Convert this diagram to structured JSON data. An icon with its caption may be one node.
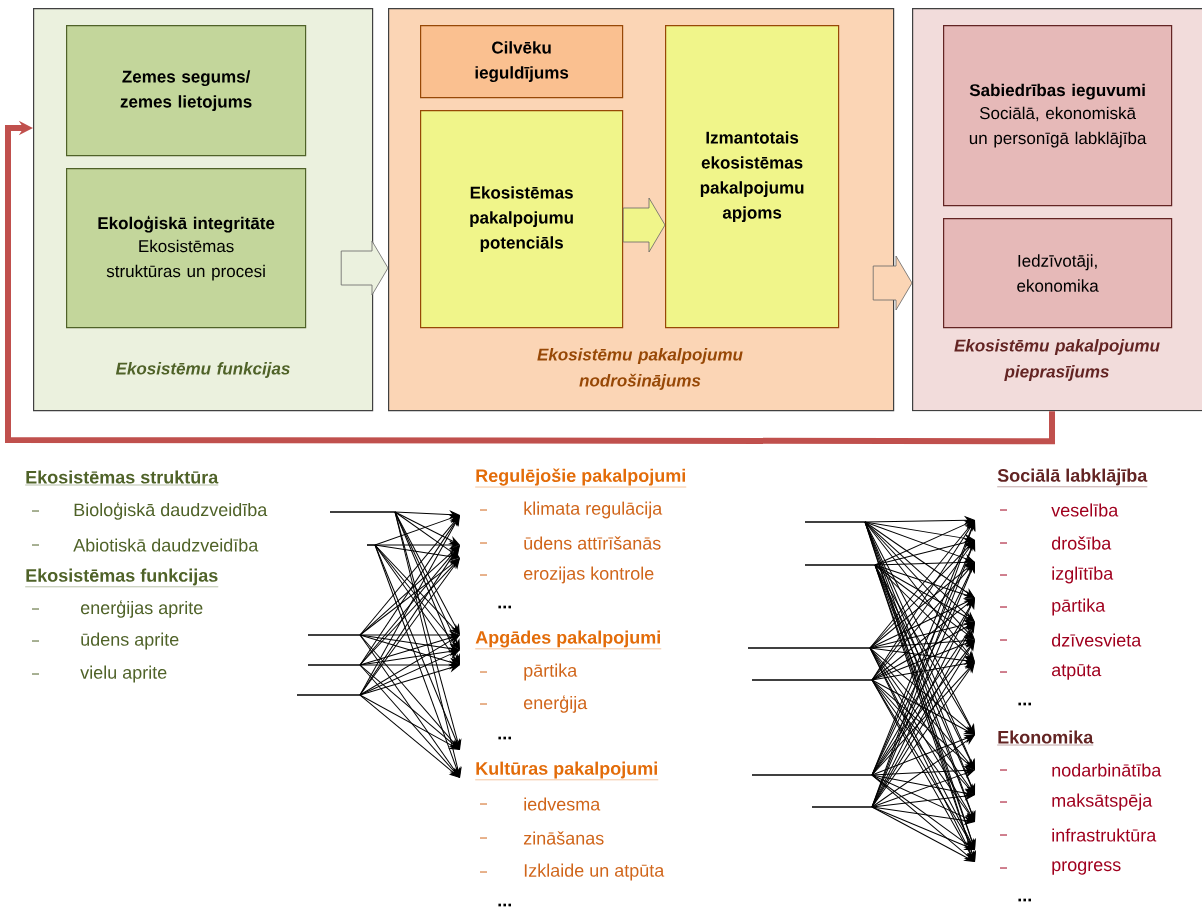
{
  "diagram": {
    "nodes": [
      {
        "text": [
          "Ekosistēmu funkcijas"
        ]
      },
      {
        "text": [
          "Zemes segums/ zemes lietojums"
        ],
        "in": 0
      },
      {
        "text": [
          "Ekoloģiskā integritāte",
          "Ekosistēmas struktūras un procesi"
        ],
        "in": 0
      },
      {
        "text": [
          "Ekosistēmu pakalpojumu nodrošinājums"
        ]
      },
      {
        "text": [
          "Cilvēku ieguldījums"
        ],
        "in": 3
      },
      {
        "text": [
          "Ekosistēmas pakalpojumu potenciāls"
        ],
        "in": 3
      },
      {
        "text": [
          "Izmantotais ekosistēmas pakalpojumu apjoms"
        ],
        "in": 3
      },
      {
        "text": [
          "Ekosistēmu pakalpojumu pieprasījums"
        ]
      },
      {
        "text": [
          "Sabiedrības ieguvumi",
          "Sociālā, ekonomiskā un personīgā labklājība"
        ],
        "in": 7
      },
      {
        "text": [
          "Iedzīvotāji, ekonomika"
        ],
        "in": 7
      }
    ],
    "edges": [
      {
        "from": 0,
        "to": 3,
        "arrow": "to",
        "color": "#ebf1de"
      },
      {
        "from": 5,
        "to": 6,
        "arrow": "to",
        "color": "#f0f58a"
      },
      {
        "from": 3,
        "to": 7,
        "arrow": "to",
        "color": "#fbd5b5"
      },
      {
        "from": 7,
        "to": 0,
        "arrow": "to",
        "color": "#c0504d"
      }
    ],
    "labels": [
      "Ekosistēmas struktūra",
      "Bioloģiskā daudzveidība",
      "Abiotiskā daudzveidība",
      "Ekosistēmas funkcijas",
      "enerģijas aprite",
      "ūdens aprite",
      "vielu aprite",
      "Regulējošie pakalpojumi",
      "klimata regulācija",
      "ūdens attīrīšanās",
      "erozijas kontrole",
      "...",
      "Apgādes pakalpojumi",
      "pārtika",
      "enerģija",
      "...",
      "Kultūras pakalpojumi",
      "iedvesma",
      "zināšanas",
      "Izklaide un atpūta",
      "...",
      "Sociālā labklājība",
      "veselība",
      "drošība",
      "izglītība",
      "pārtika",
      "dzīvesvieta",
      "atpūta",
      "...",
      "Ekonomika",
      "nodarbinātība",
      "maksātspēja",
      "infrastruktūra",
      "progress",
      "..."
    ]
  }
}
